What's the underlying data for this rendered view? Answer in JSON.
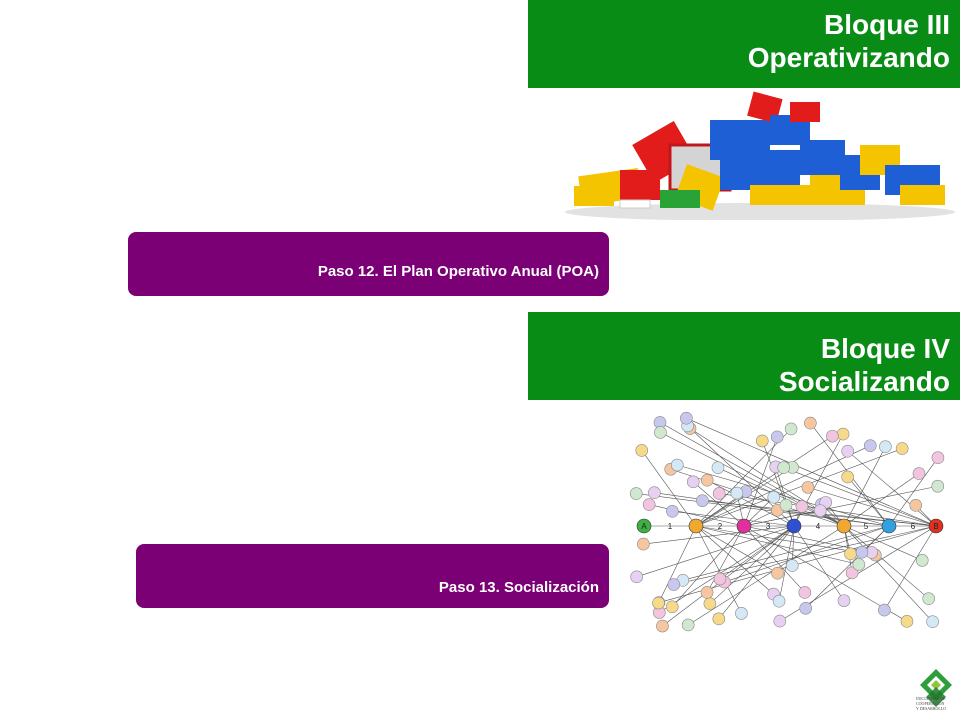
{
  "blocks": [
    {
      "line1": "Bloque III",
      "line2": "Operativizando"
    },
    {
      "line1": "Bloque IV",
      "line2": "Socializando"
    }
  ],
  "steps": [
    {
      "label": "Paso 12. El Plan Operativo Anual (POA)"
    },
    {
      "label": "Paso 13. Socialización"
    }
  ],
  "network": {
    "main_nodes": [
      "A",
      "1",
      "2",
      "3",
      "4",
      "5",
      "6",
      "B"
    ]
  },
  "logo": {
    "icon": "diamond-logo-icon",
    "lines": [
      "INICIATIVAS DE",
      "COOPERACIÓN",
      "Y DESARROLLO"
    ]
  },
  "colors": {
    "block_green": "#088c16",
    "step_purple": "#7b0075"
  }
}
